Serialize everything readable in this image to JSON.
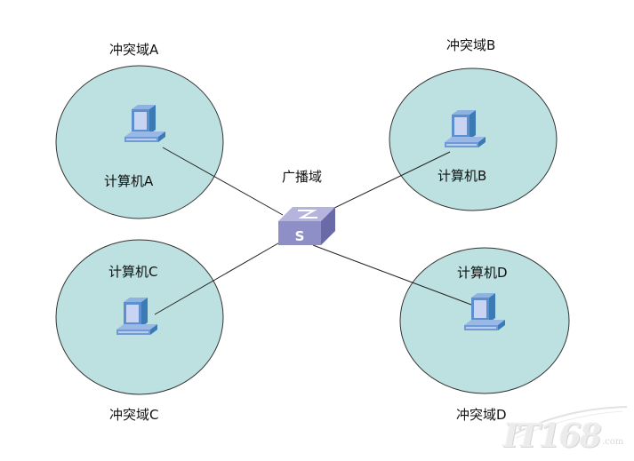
{
  "diagram": {
    "title": "冲突域与广播域示意图",
    "broadcast_domain_label": "广播域",
    "switch": {
      "icon": "switch-icon",
      "glyph": "S",
      "fill": "#8f8fc8"
    },
    "domain_fill": "#bde0e0",
    "domain_stroke": "#333333",
    "link_color": "#222222",
    "collision_domains": [
      {
        "id": "A",
        "label": "冲突域A",
        "computer_label": "计算机A"
      },
      {
        "id": "B",
        "label": "冲突域B",
        "computer_label": "计算机B"
      },
      {
        "id": "C",
        "label": "冲突域C",
        "computer_label": "计算机C"
      },
      {
        "id": "D",
        "label": "冲突域D",
        "computer_label": "计算机D"
      }
    ]
  },
  "watermark": {
    "text": "IT168",
    "suffix": ".com"
  }
}
